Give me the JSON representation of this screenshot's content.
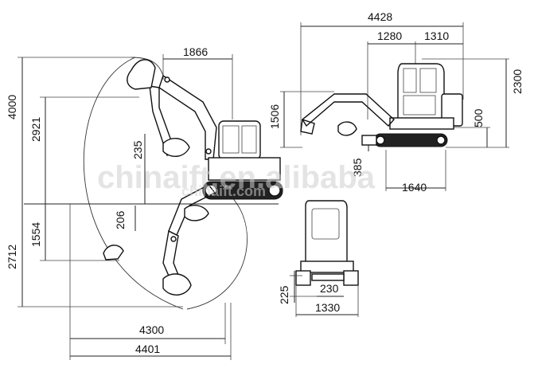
{
  "dimensions": {
    "top_width": "1866",
    "height_4000": "4000",
    "height_2921": "2921",
    "dim_235": "235",
    "dim_206": "206",
    "depth_2712": "2712",
    "depth_1554": "1554",
    "reach_4300": "4300",
    "reach_4401": "4401",
    "side_length": "4428",
    "side_1280": "1280",
    "side_1310": "1310",
    "side_height": "2300",
    "side_1506": "1506",
    "side_500": "500",
    "side_385": "385",
    "track_1640": "1640",
    "front_225": "225",
    "front_230": "230",
    "front_width": "1330"
  },
  "watermark": {
    "large": "chinaift.en.alibaba",
    "small": "chinaift.com"
  }
}
